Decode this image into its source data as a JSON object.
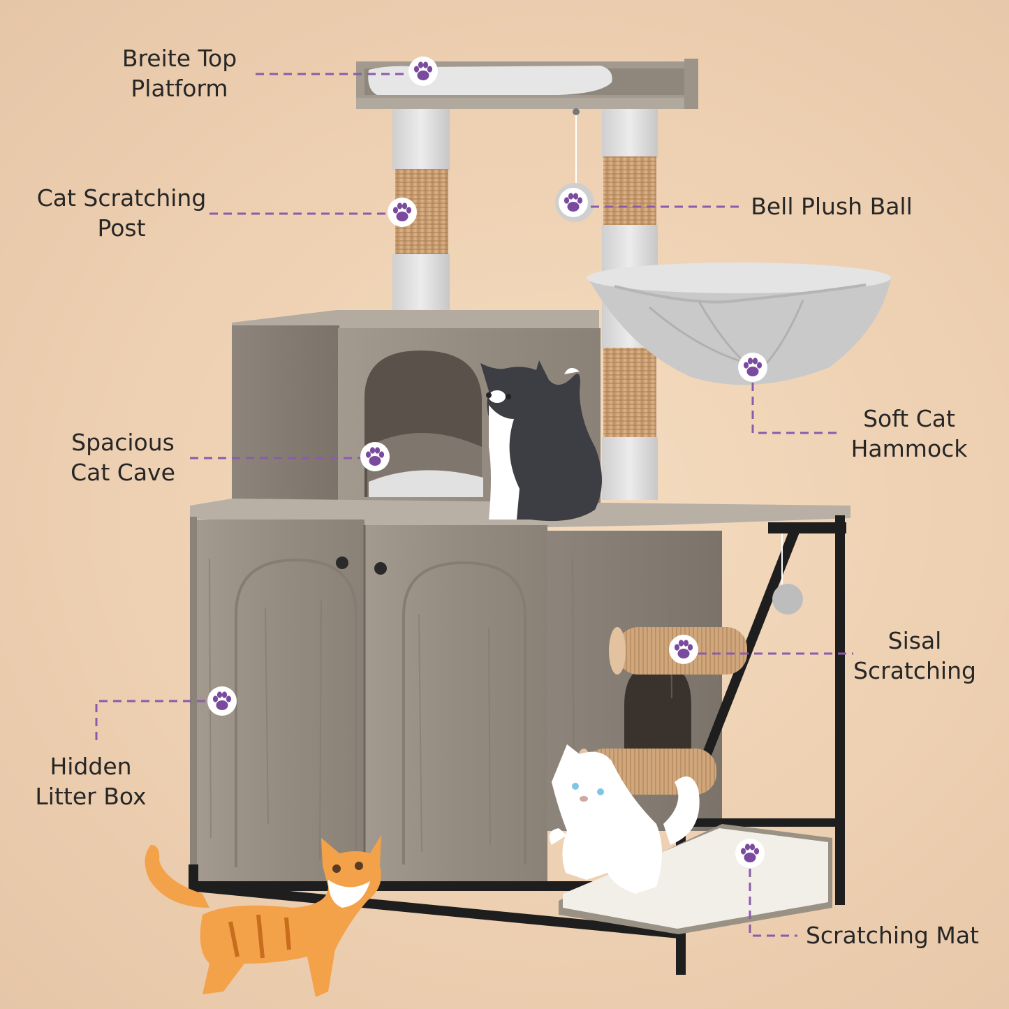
{
  "colors": {
    "background": "#efd2b4",
    "callout_line": "#8a5bab",
    "paw_badge": "#ffffff",
    "paw_print": "#7a4a9e",
    "wood": "#9a9186",
    "plush": "#d9d9d9",
    "sisal": "#cfa57a",
    "frame": "#1e1e1e"
  },
  "callouts": {
    "top_platform": {
      "line1": "Breite Top",
      "line2": "Platform",
      "icon": "paw-icon"
    },
    "scratching_post": {
      "line1": "Cat Scratching",
      "line2": "Post",
      "icon": "paw-icon"
    },
    "bell_ball": {
      "line1": "Bell Plush Ball",
      "icon": "paw-icon"
    },
    "hammock": {
      "line1": "Soft Cat",
      "line2": "Hammock",
      "icon": "paw-icon"
    },
    "cave": {
      "line1": "Spacious",
      "line2": "Cat Cave",
      "icon": "paw-icon"
    },
    "sisal": {
      "line1": "Sisal",
      "line2": "Scratching",
      "icon": "paw-icon"
    },
    "litter": {
      "line1": "Hidden",
      "line2": "Litter Box",
      "icon": "paw-icon"
    },
    "mat": {
      "line1": "Scratching Mat",
      "icon": "paw-icon"
    }
  }
}
